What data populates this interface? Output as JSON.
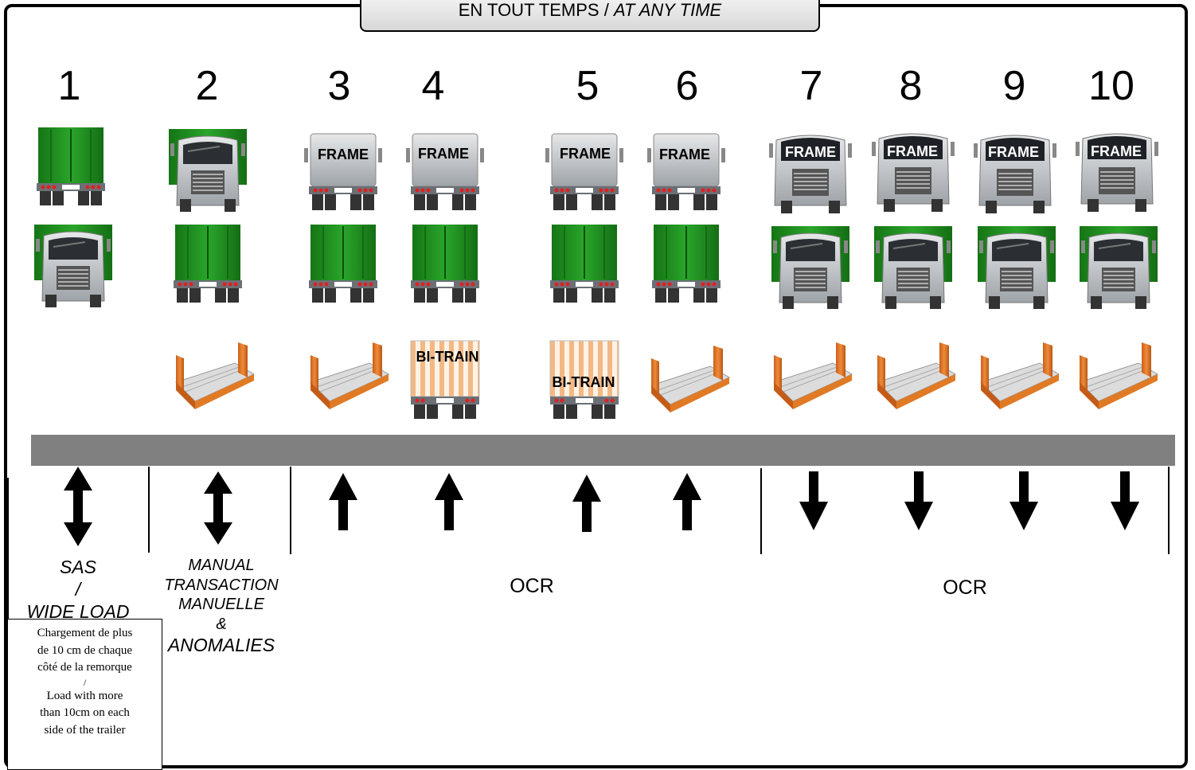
{
  "title": {
    "fr": "EN TOUT TEMPS / ",
    "en": "AT ANY TIME"
  },
  "lanes": [
    "1",
    "2",
    "3",
    "4",
    "5",
    "6",
    "7",
    "8",
    "9",
    "10"
  ],
  "vehicle_labels": {
    "frame": "FRAME",
    "bitrain": "BI-TRAIN"
  },
  "lane_contents": [
    {
      "lane": "1",
      "direction": "both",
      "vehicles": [
        "green-trailer-rear",
        "green-truck-front"
      ]
    },
    {
      "lane": "2",
      "direction": "both",
      "vehicles": [
        "green-truck-front",
        "green-trailer-rear",
        "flat-container"
      ]
    },
    {
      "lane": "3",
      "direction": "up",
      "vehicles": [
        "frame-rear",
        "green-trailer-rear",
        "flat-container"
      ]
    },
    {
      "lane": "4",
      "direction": "up",
      "vehicles": [
        "frame-rear",
        "green-trailer-rear",
        "bitrain-rear"
      ]
    },
    {
      "lane": "5",
      "direction": "up",
      "vehicles": [
        "frame-rear",
        "green-trailer-rear",
        "bitrain-rear"
      ]
    },
    {
      "lane": "6",
      "direction": "up",
      "vehicles": [
        "frame-rear",
        "green-trailer-rear",
        "flat-container"
      ]
    },
    {
      "lane": "7",
      "direction": "down",
      "vehicles": [
        "frame-front",
        "green-truck-front",
        "flat-container"
      ]
    },
    {
      "lane": "8",
      "direction": "down",
      "vehicles": [
        "frame-front",
        "green-truck-front",
        "flat-container"
      ]
    },
    {
      "lane": "9",
      "direction": "down",
      "vehicles": [
        "frame-front",
        "green-truck-front",
        "flat-container"
      ]
    },
    {
      "lane": "10",
      "direction": "down",
      "vehicles": [
        "frame-front",
        "green-truck-front",
        "flat-container"
      ]
    }
  ],
  "labels": {
    "sas": {
      "line1": "SAS",
      "line2": "/",
      "line3": "WIDE LOAD"
    },
    "manual": {
      "line1": "MANUAL",
      "line2": "TRANSACTION",
      "line3": "MANUELLE",
      "line4": "&",
      "line5": "ANOMALIES"
    },
    "ocr_in": "OCR",
    "ocr_out": "OCR"
  },
  "sas_note": {
    "line1": "Chargement de plus",
    "line2": "de 10 cm de chaque",
    "line3": "côté de la remorque",
    "line4": "/",
    "line5": "Load with more",
    "line6": "than 10cm on each",
    "line7": "side of the trailer"
  },
  "colors": {
    "green": "#1f8a1f",
    "orange": "#e07a25",
    "road": "#808080",
    "silver": "#b8bcc0"
  }
}
